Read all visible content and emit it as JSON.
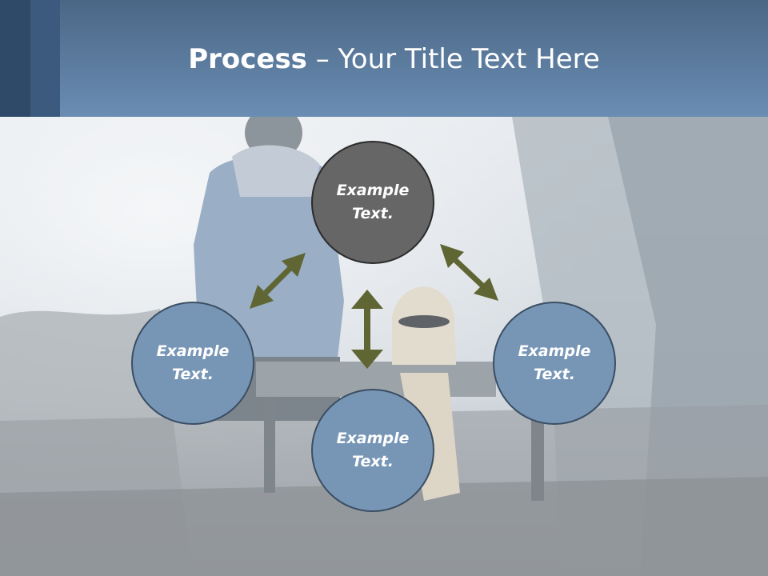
{
  "slide": {
    "title_bold": "Process",
    "title_rest": " – Your Title Text Here"
  },
  "diagram": {
    "nodes": [
      {
        "id": "top",
        "label": "Example Text."
      },
      {
        "id": "left",
        "label": "Example Text."
      },
      {
        "id": "right",
        "label": "Example Text."
      },
      {
        "id": "bottom",
        "label": "Example Text."
      }
    ]
  },
  "colors": {
    "header": "#5a7ca0",
    "node_top": "#666666",
    "node_blue": "#7796b6",
    "arrow": "#5f6533"
  }
}
